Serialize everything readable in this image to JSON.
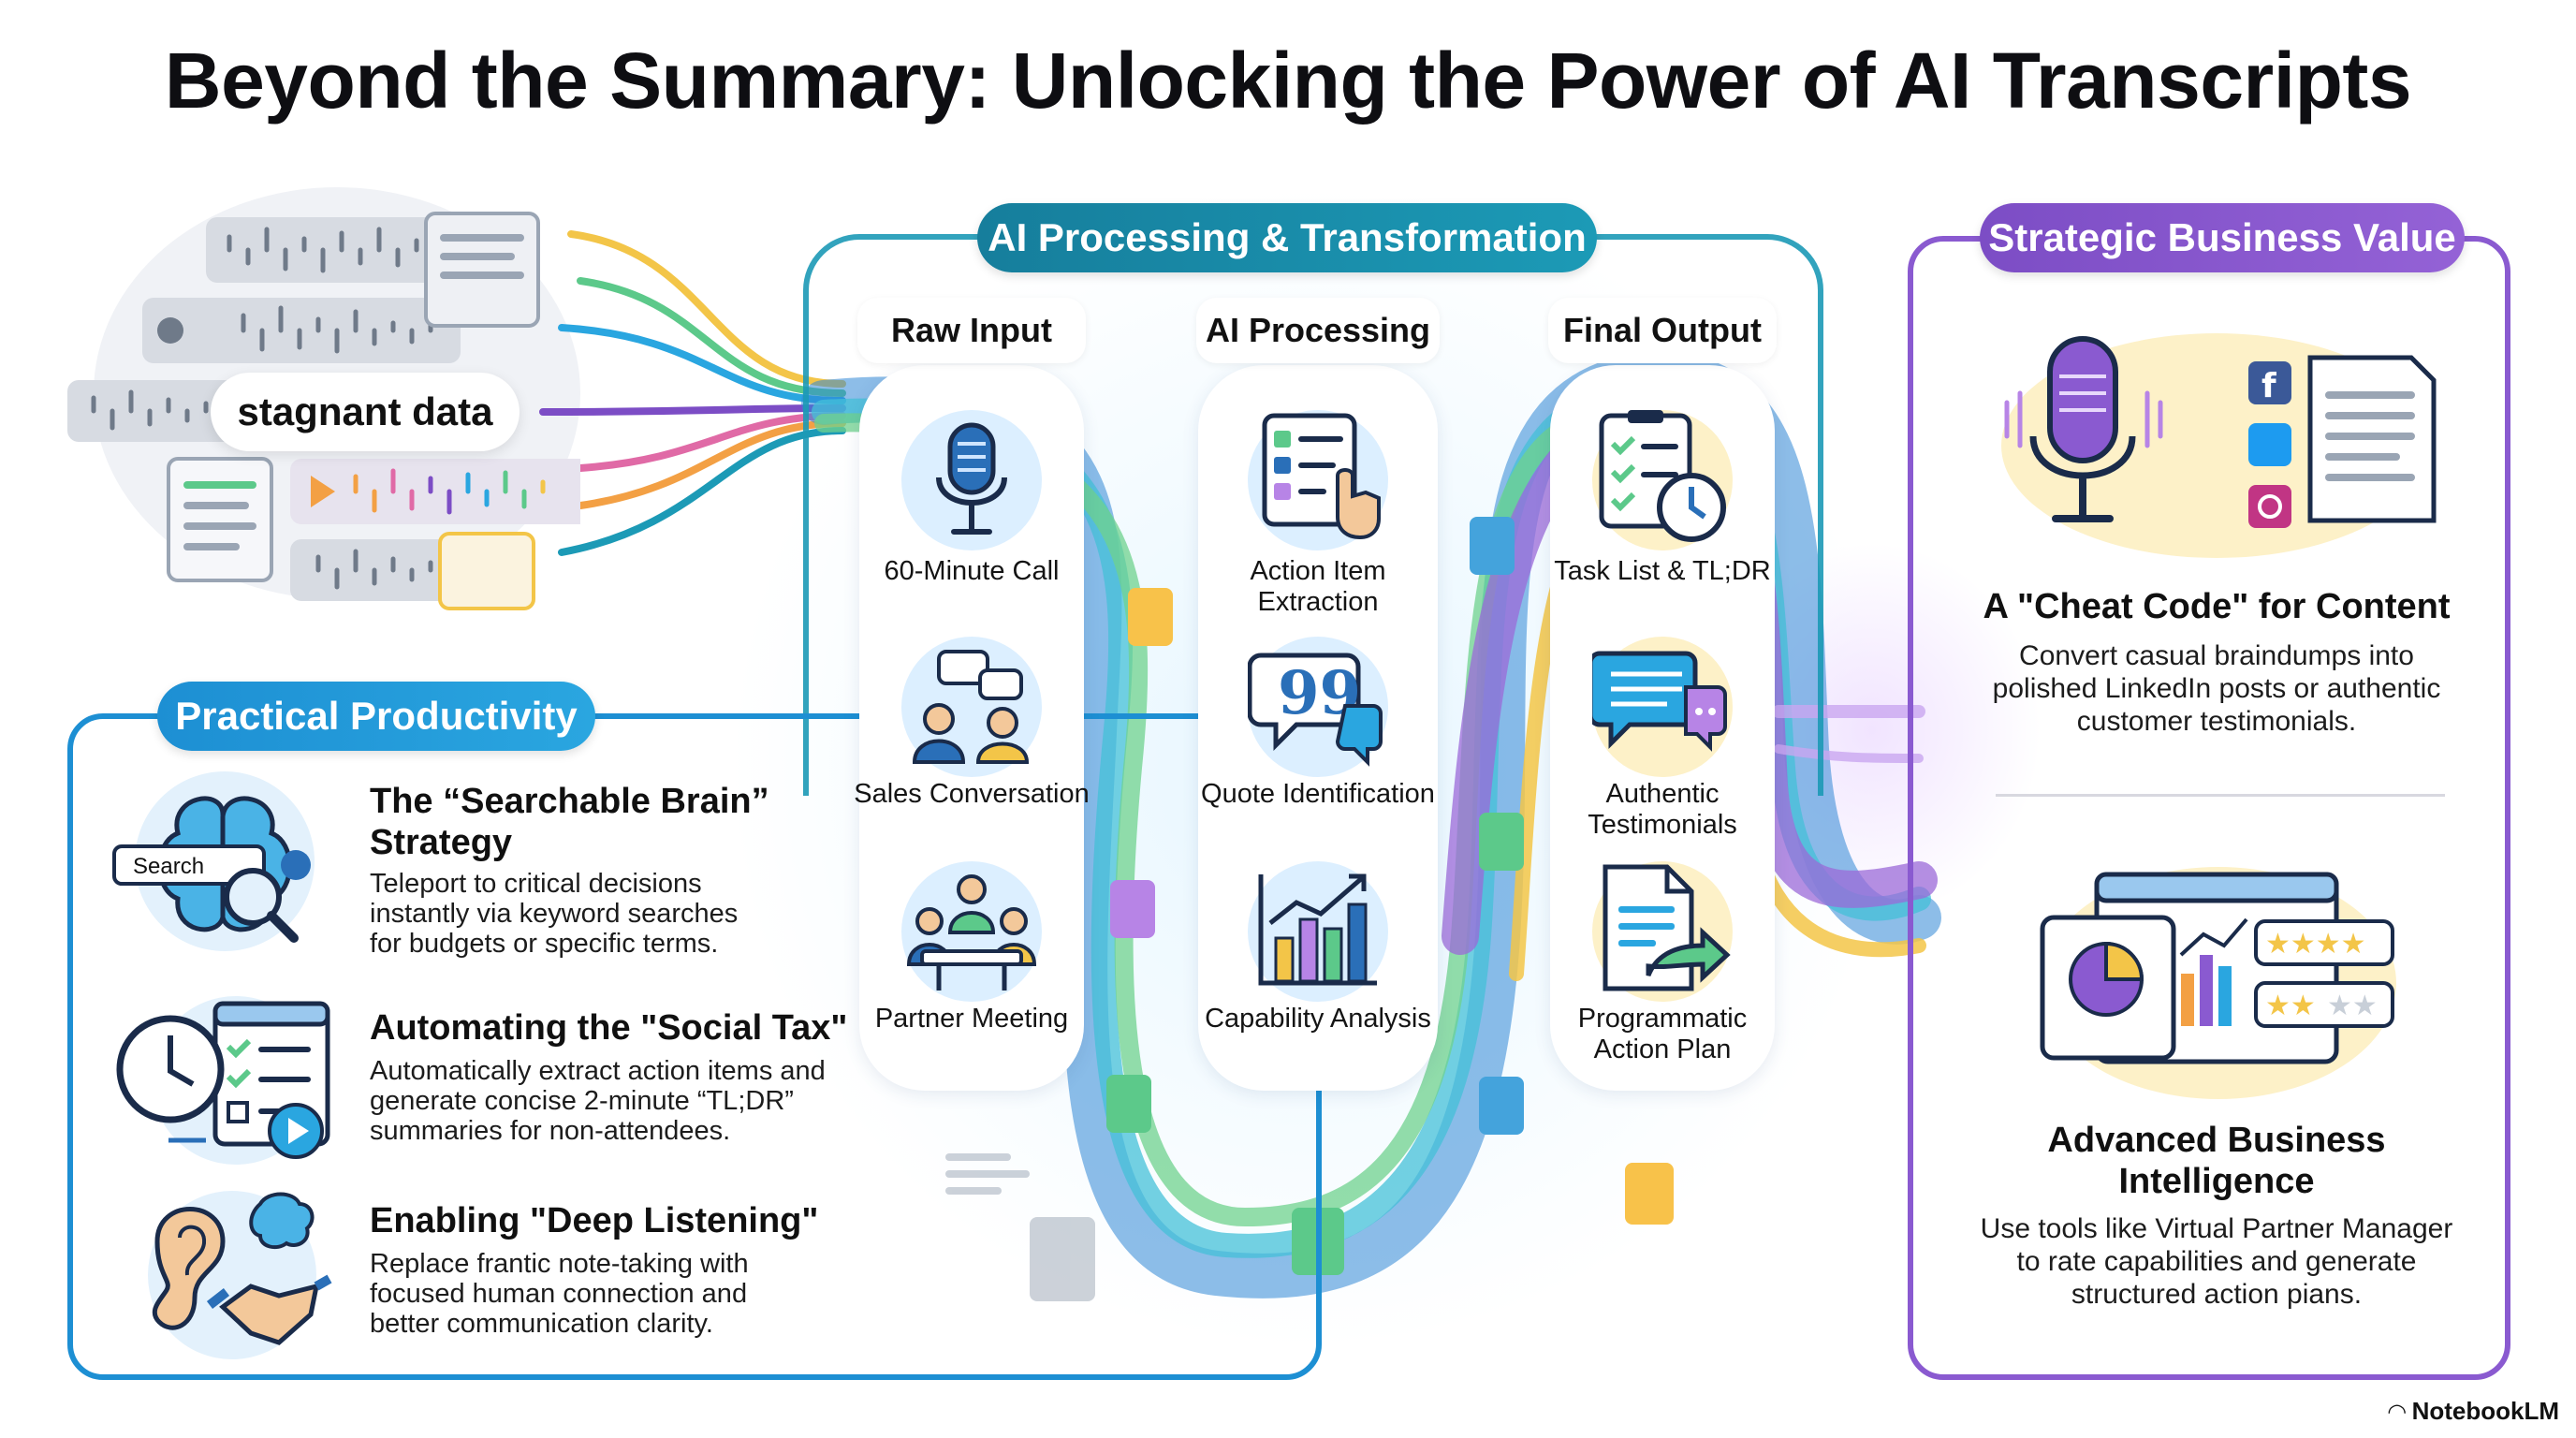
{
  "title": "Beyond the Summary: Unlocking the Power of AI Transcripts",
  "stagnant_label": "stagnant data",
  "sections": {
    "processing": "AI Processing & Transformation",
    "value": "Strategic Business Value",
    "productivity": "Practical Productivity"
  },
  "columns": [
    {
      "header": "Raw Input",
      "items": [
        {
          "label": "60-Minute Call",
          "icon": "microphone-icon"
        },
        {
          "label": "Sales Conversation",
          "icon": "conversation-icon"
        },
        {
          "label": "Partner Meeting",
          "icon": "meeting-icon"
        }
      ]
    },
    {
      "header": "AI Processing",
      "items": [
        {
          "label": "Action Item Extraction",
          "icon": "checklist-tap-icon"
        },
        {
          "label": "Quote Identification",
          "icon": "quote-bubble-icon"
        },
        {
          "label": "Capability Analysis",
          "icon": "bar-chart-icon"
        }
      ]
    },
    {
      "header": "Final Output",
      "items": [
        {
          "label": "Task List & TL;DR",
          "icon": "task-clock-icon"
        },
        {
          "label": "Authentic Testimonials",
          "icon": "testimonial-icon"
        },
        {
          "label": "Programmatic Action Plan",
          "icon": "action-plan-icon"
        }
      ]
    }
  ],
  "productivity": [
    {
      "title": "The “Searchable Brain” Strategy",
      "desc": "Teleport to critical decisions instantly via keyword searches for budgets or specific terms.",
      "icon": "brain-search-icon",
      "search_text": "Search"
    },
    {
      "title": "Automating the \"Social Tax\"",
      "desc": "Automatically extract action items and generate concise 2-minute “TL;DR” summaries for non-attendees.",
      "icon": "clock-checklist-icon"
    },
    {
      "title": "Enabling \"Deep Listening\"",
      "desc": "Replace frantic note-taking with focused human connection and better communication clarity.",
      "icon": "ear-handshake-icon"
    }
  ],
  "value": [
    {
      "title": "A \"Cheat Code\" for Content",
      "desc": "Convert casual braindumps into polished LinkedIn posts or authentic customer testimonials.",
      "icon": "mic-social-icon"
    },
    {
      "title": "Advanced Business Intelligence",
      "desc": "Use tools like Virtual Partner Manager to rate capabilities and generate structured action pians.",
      "icon": "dashboard-ratings-icon"
    }
  ],
  "brand": "NotebookLM",
  "colors": {
    "blue": "#1d8fd3",
    "teal": "#1c9ab6",
    "purple": "#8a5ad0",
    "yellow": "#f5c242",
    "green": "#5cc98a"
  }
}
